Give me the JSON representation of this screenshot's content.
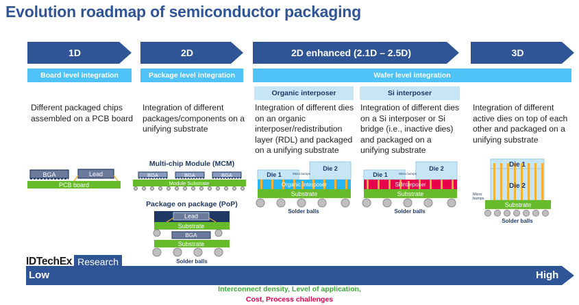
{
  "title": "Evolution roadmap of semiconductor packaging",
  "stages": [
    {
      "label": "1D"
    },
    {
      "label": "2D"
    },
    {
      "label": "2D enhanced (2.1D – 2.5D)"
    },
    {
      "label": "3D"
    }
  ],
  "integration_levels": {
    "board": "Board level integration",
    "package": "Package level integration",
    "wafer": "Wafer level integration"
  },
  "sub_levels": {
    "organic": "Organic interposer",
    "si": "Si interposer"
  },
  "descriptions": {
    "d1": "Different packaged chips assembled on a PCB board",
    "d2": "Integration of different packages/components on a unifying substrate",
    "d3": "Integration of different dies on an organic interposer/redistribution layer (RDL) and packaged on a unifying substrate",
    "d4": "Integration of different dies on a Si interposer or Si bridge (i.e., inactive dies) and packaged on a unifying substrate",
    "d5": "Integration of different active dies on top of each other and packaged on a unifying substrate"
  },
  "diagrams": {
    "d1": {
      "chip1": "BGA",
      "chip2": "Lead",
      "board": "PCB board"
    },
    "mcm": {
      "title": "Multi-chip Module (MCM)",
      "chip": "BGA",
      "substrate": "Module Substrate"
    },
    "pop": {
      "title": "Package on package (PoP)",
      "top_chip": "Lead",
      "substrate": "Substrate",
      "bottom_chip": "BGA",
      "balls": "Solder balls"
    },
    "organic": {
      "die1": "Die 1",
      "die2": "Die 2",
      "bumps": "Micro bumps",
      "interposer": "Organic Interposer",
      "substrate": "Substrate",
      "balls": "Solder balls"
    },
    "si": {
      "die1": "Die 1",
      "die2": "Die 2",
      "bumps": "Micro bumps",
      "interposer": "Si Interposer",
      "substrate": "Substrate",
      "balls": "Solder balls"
    },
    "d3d": {
      "die1": "Die 1",
      "die2": "Die 2",
      "bumps": "Micro bumps",
      "substrate": "Substrate",
      "balls": "Solder balls"
    }
  },
  "colors": {
    "primary": "#2f5597",
    "light_bar": "#4fc3f7",
    "sub_bar": "#c6e5f7",
    "substrate_green": "#66bb2a",
    "organic_interposer": "#29b6f6",
    "si_interposer": "#e6004c",
    "bump_gold": "#f2b233"
  },
  "logo": {
    "brand": "IDTechEx",
    "tag": "Research"
  },
  "axis": {
    "low": "Low",
    "high": "High"
  },
  "footer": {
    "line1": "Interconnect density, Level of application,",
    "line2": "Cost, Process challenges"
  }
}
